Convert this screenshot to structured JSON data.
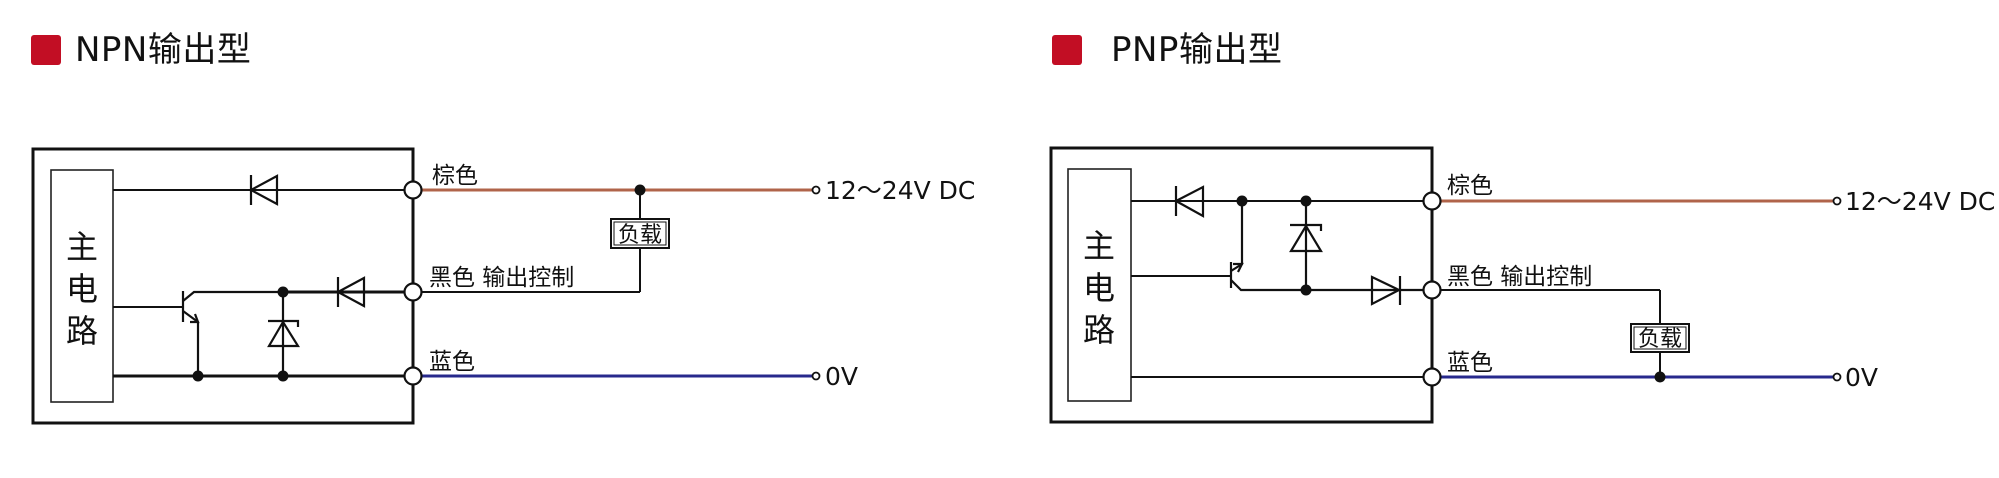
{
  "colors": {
    "title_marker": "#C20E24",
    "wire_brown": "#B0644A",
    "wire_blue": "#27298C",
    "wire_black": "#111111"
  },
  "panels": [
    {
      "id": "npn",
      "title": "NPN输出型",
      "main_circuit_label": [
        "主",
        "电",
        "路"
      ],
      "wires": {
        "brown_label": "棕色",
        "black_label": "黑色 输出控制",
        "blue_label": "蓝色"
      },
      "load_label": "负载",
      "supply_label": "12～24V DC",
      "ground_label": "0V",
      "load_connection": "between brown (+V) and black (output)",
      "components": [
        "diode-brown-line",
        "npn-transistor",
        "zener-diode",
        "diode-output-line"
      ]
    },
    {
      "id": "pnp",
      "title": "PNP输出型",
      "main_circuit_label": [
        "主",
        "电",
        "路"
      ],
      "wires": {
        "brown_label": "棕色",
        "black_label": "黑色 输出控制",
        "blue_label": "蓝色"
      },
      "load_label": "负载",
      "supply_label": "12～24V DC",
      "ground_label": "0V",
      "load_connection": "between black (output) and blue (0V)",
      "components": [
        "diode-brown-line",
        "pnp-transistor",
        "zener-diode",
        "diode-output-line"
      ]
    }
  ]
}
